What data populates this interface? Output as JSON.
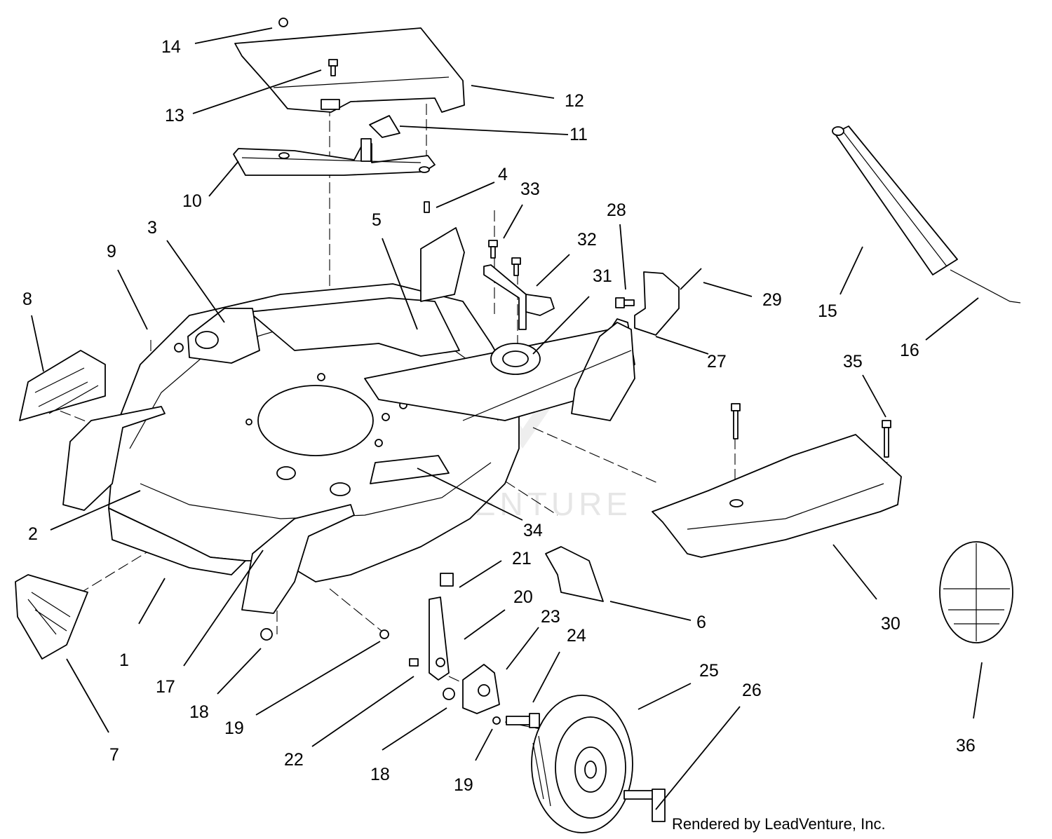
{
  "diagram": {
    "watermark": "LEADVENTURE",
    "credit": "Rendered by LeadVenture, Inc.",
    "colors": {
      "ink": "#000000",
      "paper": "#ffffff",
      "watermark": "#e4e4e4"
    },
    "callouts": [
      {
        "id": "c1",
        "label": "1"
      },
      {
        "id": "c2",
        "label": "2"
      },
      {
        "id": "c3",
        "label": "3"
      },
      {
        "id": "c4",
        "label": "4"
      },
      {
        "id": "c5",
        "label": "5"
      },
      {
        "id": "c6",
        "label": "6"
      },
      {
        "id": "c7",
        "label": "7"
      },
      {
        "id": "c8",
        "label": "8"
      },
      {
        "id": "c9",
        "label": "9"
      },
      {
        "id": "c10",
        "label": "10"
      },
      {
        "id": "c11",
        "label": "11"
      },
      {
        "id": "c12",
        "label": "12"
      },
      {
        "id": "c13",
        "label": "13"
      },
      {
        "id": "c14",
        "label": "14"
      },
      {
        "id": "c15",
        "label": "15"
      },
      {
        "id": "c16",
        "label": "16"
      },
      {
        "id": "c17",
        "label": "17"
      },
      {
        "id": "c18a",
        "label": "18"
      },
      {
        "id": "c18b",
        "label": "18"
      },
      {
        "id": "c19a",
        "label": "19"
      },
      {
        "id": "c19b",
        "label": "19"
      },
      {
        "id": "c20",
        "label": "20"
      },
      {
        "id": "c21",
        "label": "21"
      },
      {
        "id": "c22",
        "label": "22"
      },
      {
        "id": "c23",
        "label": "23"
      },
      {
        "id": "c24",
        "label": "24"
      },
      {
        "id": "c25",
        "label": "25"
      },
      {
        "id": "c26",
        "label": "26"
      },
      {
        "id": "c27",
        "label": "27"
      },
      {
        "id": "c28",
        "label": "28"
      },
      {
        "id": "c29",
        "label": "29"
      },
      {
        "id": "c30",
        "label": "30"
      },
      {
        "id": "c31",
        "label": "31"
      },
      {
        "id": "c32",
        "label": "32"
      },
      {
        "id": "c33",
        "label": "33"
      },
      {
        "id": "c34",
        "label": "34"
      },
      {
        "id": "c35",
        "label": "35"
      },
      {
        "id": "c36",
        "label": "36"
      }
    ]
  }
}
